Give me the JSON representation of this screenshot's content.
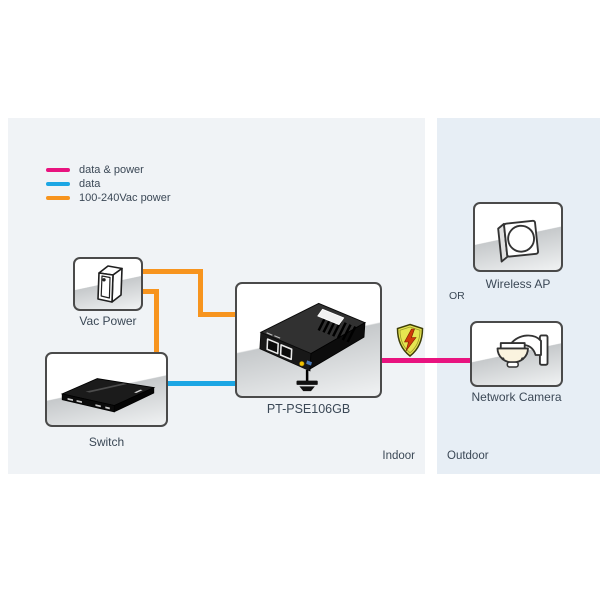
{
  "legend": {
    "items": [
      {
        "label": "data & power",
        "color": "#E8137F"
      },
      {
        "label": "data",
        "color": "#1CA6E4"
      },
      {
        "label": "100-240Vac power",
        "color": "#F7941E"
      }
    ]
  },
  "nodes": {
    "vac_power": {
      "label": "Vac Power",
      "icon": "power-supply-icon"
    },
    "switch": {
      "label": "Switch",
      "icon": "ethernet-switch-icon"
    },
    "injector": {
      "label": "PT-PSE106GB",
      "icon": "poe-injector-icon"
    },
    "wireless_ap": {
      "label": "Wireless AP",
      "icon": "wireless-ap-icon"
    },
    "network_camera": {
      "label": "Network Camera",
      "icon": "dome-camera-icon"
    }
  },
  "labels": {
    "or": "OR",
    "indoor": "Indoor",
    "outdoor": "Outdoor"
  },
  "icons": {
    "surge_protection": "shield-lightning-icon"
  },
  "colors": {
    "data_power_line": "#E8137F",
    "data_line": "#1CA6E4",
    "ac_power_line": "#F7941E",
    "indoor_panel_bg": "#F0F3F6",
    "outdoor_panel_bg": "#E7EEF5"
  }
}
